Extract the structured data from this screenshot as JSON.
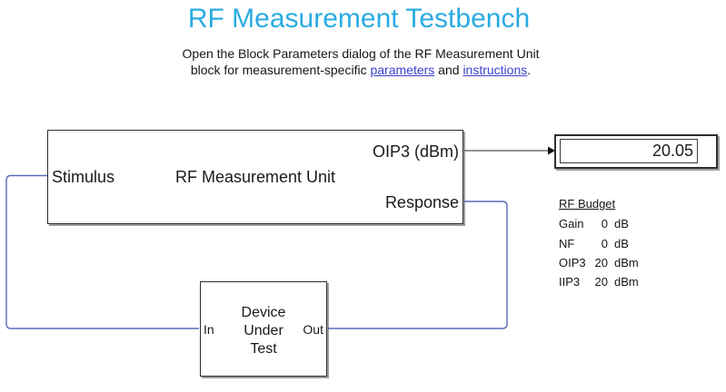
{
  "title": "RF Measurement Testbench",
  "subtitle": {
    "line1": "Open the Block Parameters dialog of the RF Measurement Unit",
    "line2_prefix": "block for measurement-specific ",
    "link1": "parameters",
    "line2_middle": " and ",
    "link2": "instructions",
    "line2_suffix": "."
  },
  "blocks": {
    "rf_measurement_unit": {
      "name": "RF Measurement Unit",
      "ports": {
        "stimulus": "Stimulus",
        "oip3": "OIP3 (dBm)",
        "response": "Response"
      }
    },
    "device_under_test": {
      "name_lines": [
        "Device",
        "Under",
        "Test"
      ],
      "ports": {
        "in": "In",
        "out": "Out"
      }
    },
    "display": {
      "value": "20.05"
    }
  },
  "rf_budget": {
    "title": "RF Budget",
    "rows": [
      {
        "label": "Gain",
        "value": "0",
        "unit": "dB"
      },
      {
        "label": "NF",
        "value": "0",
        "unit": "dB"
      },
      {
        "label": "OIP3",
        "value": "20",
        "unit": "dBm"
      },
      {
        "label": "IIP3",
        "value": "20",
        "unit": "dBm"
      }
    ]
  },
  "colors": {
    "title": "#29ABE2",
    "link": "#3B42D0",
    "wire": "#5A6CB8",
    "signal": "#6E6E6E",
    "border": "#2E2E2E"
  }
}
